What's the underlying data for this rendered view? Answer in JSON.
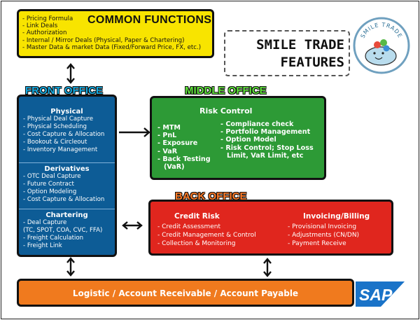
{
  "common": {
    "title": "COMMON FUNCTIONS",
    "items": [
      "- Pricing Formula",
      "- Link Deals",
      "- Authorization",
      "- Internal / Mirror Deals (Physical, Paper & Chartering)",
      "- Master Data & market Data (Fixed/Forward Price, FX, etc.)"
    ]
  },
  "features": {
    "line1": "SMILE TRADE",
    "line2": "FEATURES"
  },
  "logo": {
    "text": "SMILE TRADE"
  },
  "front_office": {
    "title": "FRONT OFFICE",
    "sections": [
      {
        "heading": "Physical",
        "items": [
          "- Physical Deal Capture",
          "- Physical Scheduling",
          "- Cost Capture & Allocation",
          "- Bookout & Circleout",
          "- Inventory Management"
        ]
      },
      {
        "heading": "Derivatives",
        "items": [
          "- OTC Deal Capture",
          "- Future Contract",
          "- Option Modeling",
          "- Cost Capture & Allocation"
        ]
      },
      {
        "heading": "Chartering",
        "items": [
          "- Deal Capture",
          "(TC, SPOT, COA, CVC, FFA)",
          "- Freight Calculation",
          "- Freight Link"
        ]
      }
    ]
  },
  "middle_office": {
    "title": "MIDDLE OFFICE",
    "heading": "Risk Control",
    "left_items": [
      "- MTM",
      "- PnL",
      "- Exposure",
      "- VaR",
      "- Back Testing",
      "(VaR)"
    ],
    "right_items": [
      "- Compliance check",
      "- Portfolio Management",
      "- Option Model",
      "- Risk Control; Stop Loss",
      "Limit,  VaR Limit, etc"
    ]
  },
  "back_office": {
    "title": "BACK OFFICE",
    "credit": {
      "heading": "Credit Risk",
      "items": [
        "- Credit Assessment",
        "- Credit Management & Control",
        "- Collection & Monitoring"
      ]
    },
    "invoicing": {
      "heading": "Invoicing/Billing",
      "items": [
        "- Provisional Invoicing",
        "- Adjustments (CN/DN)",
        "- Payment Receive"
      ]
    }
  },
  "logistic": {
    "label": "Logistic / Account Receivable / Account Payable"
  },
  "sap": {
    "text": "SAP"
  },
  "colors": {
    "common": "#f8e400",
    "front": "#0d5c96",
    "middle": "#2d9a36",
    "back": "#e0261e",
    "logistic": "#f07a1e",
    "sap": "#1a73c8"
  }
}
